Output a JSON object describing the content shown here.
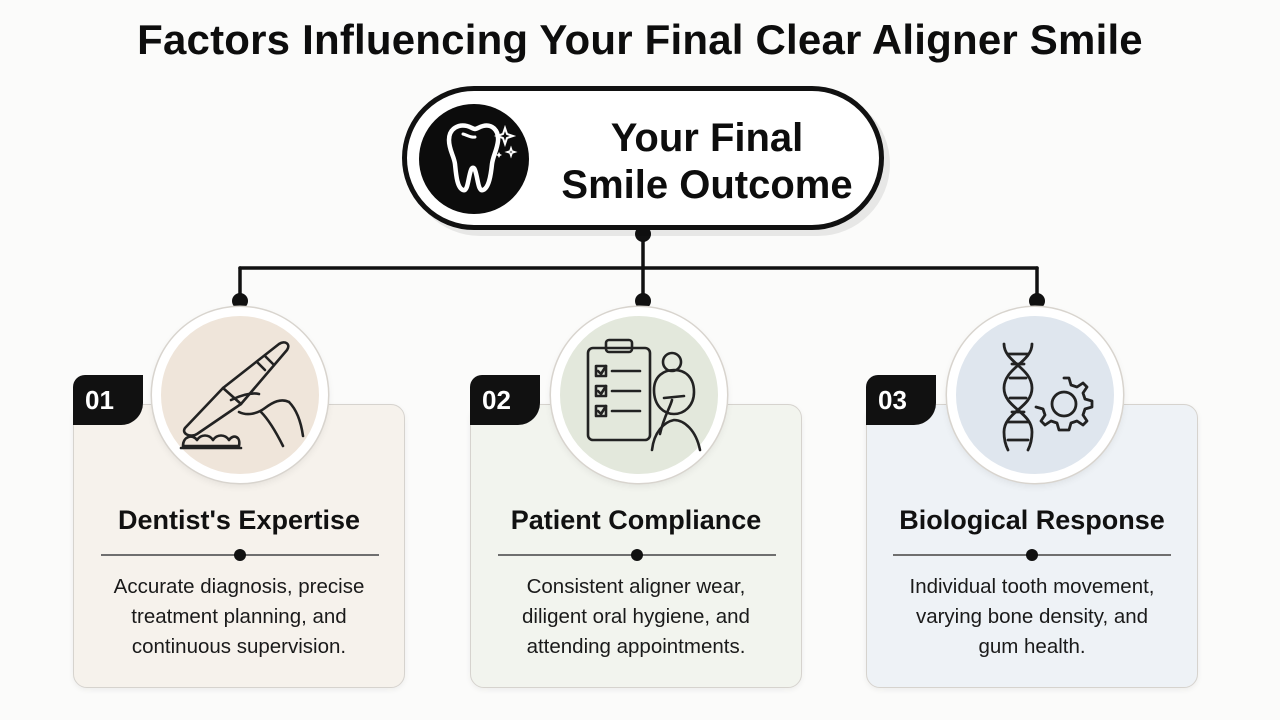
{
  "title": "Factors Influencing Your Final Clear Aligner Smile",
  "outcome": {
    "line1": "Your Final",
    "line2": "Smile Outcome",
    "icon": "sparkling-tooth-icon"
  },
  "factors": [
    {
      "number": "01",
      "title": "Dentist's Expertise",
      "desc_lines": [
        "Accurate diagnosis, precise",
        "treatment planning, and",
        "continuous supervision."
      ],
      "icon": "dental-tool-hand-icon",
      "bg_color": "#f6f2ec"
    },
    {
      "number": "02",
      "title": "Patient Compliance",
      "desc_lines": [
        "Consistent aligner wear,",
        "diligent oral hygiene, and",
        "attending appointments."
      ],
      "icon": "checklist-patient-icon",
      "bg_color": "#f2f4ee"
    },
    {
      "number": "03",
      "title": "Biological Response",
      "desc_lines": [
        "Individual tooth movement,",
        "varying bone density, and",
        "gum health."
      ],
      "icon": "dna-gear-icon",
      "bg_color": "#eef2f6"
    }
  ],
  "colors": {
    "ink": "#111111",
    "card_border": "#d6d3ce"
  }
}
